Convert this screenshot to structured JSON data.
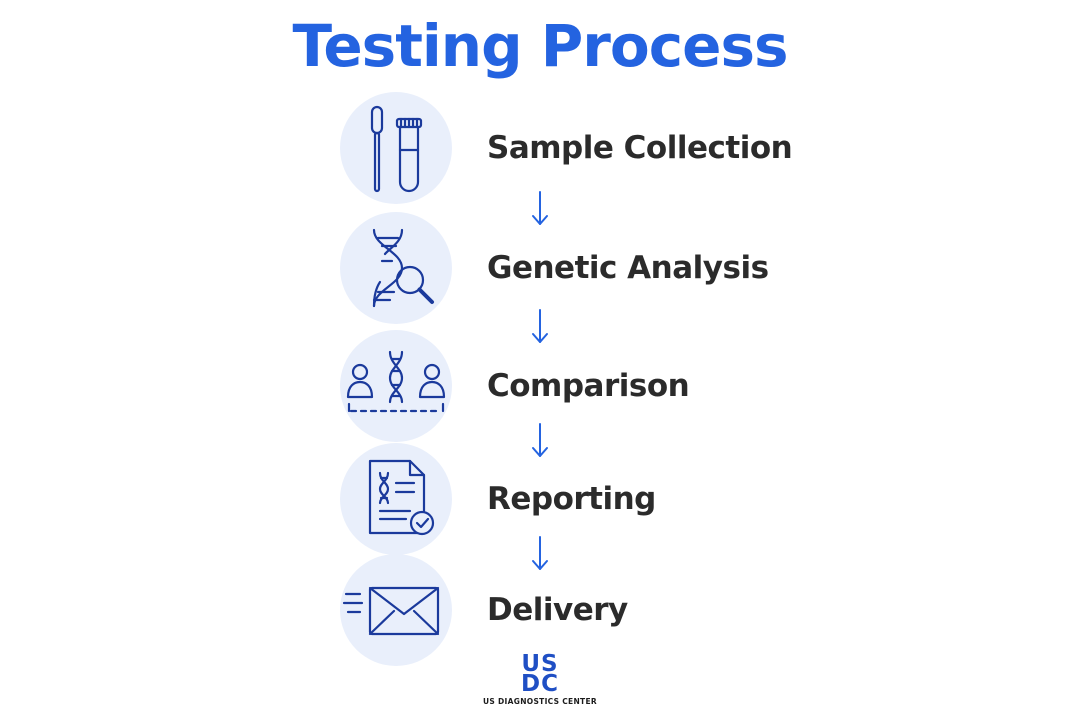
{
  "title": "Testing Process",
  "colors": {
    "accent": "#2463e0",
    "icon_stroke": "#1b3a9c",
    "circle_fill": "#e9effb",
    "label": "#2b2b2b"
  },
  "steps": [
    {
      "label": "Sample Collection",
      "icon": "swab-and-test-tube-icon"
    },
    {
      "label": "Genetic Analysis",
      "icon": "dna-magnifier-icon"
    },
    {
      "label": "Comparison",
      "icon": "people-dna-comparison-icon"
    },
    {
      "label": "Reporting",
      "icon": "report-document-check-icon"
    },
    {
      "label": "Delivery",
      "icon": "envelope-icon"
    }
  ],
  "connector_icon": "down-arrow-icon",
  "logo": {
    "line1": "US",
    "line2": "DC",
    "tagline": "US DIAGNOSTICS CENTER"
  }
}
